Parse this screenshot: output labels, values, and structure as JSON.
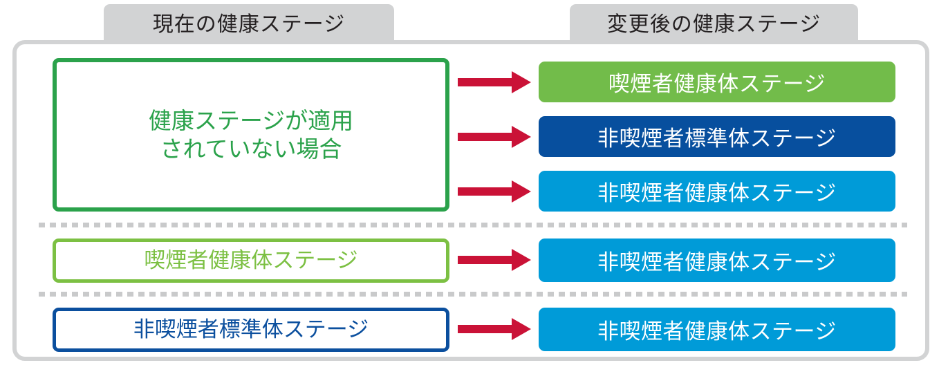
{
  "headers": {
    "current": "現在の健康ステージ",
    "after": "変更後の健康ステージ"
  },
  "colors": {
    "tab_bg": "#d2d3d4",
    "frame_border": "#d2d3d4",
    "green_dark": "#2ba24b",
    "green_light": "#7cc043",
    "green_fill": "#72bc4a",
    "navy": "#074f9e",
    "cyan": "#009bd8",
    "arrow_red": "#ca1237",
    "separator": "#c9cacb"
  },
  "rows": [
    {
      "source": {
        "label_line1": "健康ステージが適用",
        "label_line2": "されていない場合",
        "style": "outline-green-dark"
      },
      "destinations": [
        {
          "label": "喫煙者健康体ステージ",
          "style": "fill-green"
        },
        {
          "label": "非喫煙者標準体ステージ",
          "style": "fill-navy"
        },
        {
          "label": "非喫煙者健康体ステージ",
          "style": "fill-cyan"
        }
      ],
      "arrow_icon": "arrow-right-icon"
    },
    {
      "source": {
        "label_line1": "喫煙者健康体ステージ",
        "label_line2": "",
        "style": "outline-green-light"
      },
      "destinations": [
        {
          "label": "非喫煙者健康体ステージ",
          "style": "fill-cyan"
        }
      ],
      "arrow_icon": "arrow-right-icon"
    },
    {
      "source": {
        "label_line1": "非喫煙者標準体ステージ",
        "label_line2": "",
        "style": "outline-navy"
      },
      "destinations": [
        {
          "label": "非喫煙者健康体ステージ",
          "style": "fill-cyan"
        }
      ],
      "arrow_icon": "arrow-right-icon"
    }
  ]
}
